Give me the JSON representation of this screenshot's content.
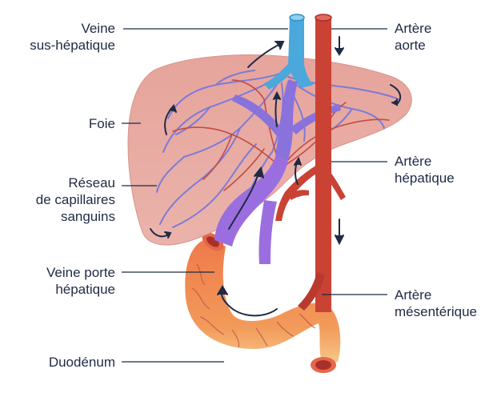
{
  "labels": {
    "veine_sus_hepatique": "Veine\nsus-hépatique",
    "foie": "Foie",
    "reseau_capillaires": "Réseau\nde capillaires\nsanguins",
    "veine_porte": "Veine porte\nhépatique",
    "duodenum": "Duodénum",
    "artere_aorte": "Artère\naorte",
    "artere_hepatique": "Artère\nhépatique",
    "artere_mesenterique": "Artère\nmésentérique"
  },
  "colors": {
    "liver": "#e7a8a0",
    "liver_edge": "#d9928a",
    "hepatic_vein": "#4aa8dc",
    "portal_vein": "#9b6ee0",
    "artery": "#c94234",
    "duodenum": "#ee8050",
    "duodenum_shade": "#f6c27a",
    "capillary_blue": "#7d7ad8",
    "capillary_red": "#c44b44",
    "leader_line": "#1f2a44",
    "arrow": "#1f2a44"
  }
}
